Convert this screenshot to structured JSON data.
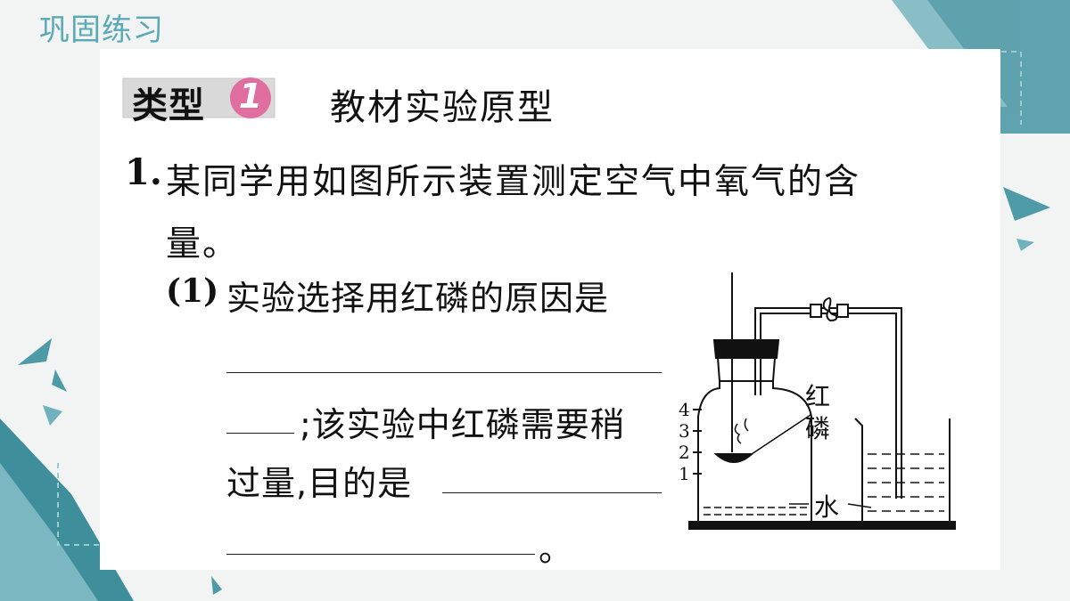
{
  "header": {
    "title": "巩固练习"
  },
  "type_badge": {
    "label": "类型",
    "number": "1",
    "title": "教材实验原型"
  },
  "question": {
    "number": "1.",
    "line1": "某同学用如图所示装置测定空气中氧气的含",
    "line2": "量。",
    "sub_number": "(1)",
    "sub_line1": "实验选择用红磷的原因是",
    "part2": ";该实验中红磷需要稍",
    "part3": "过量,目的是",
    "end_mark": "。"
  },
  "diagram": {
    "scale_marks": [
      "4",
      "3",
      "2",
      "1"
    ],
    "label_phosphorus_1": "红",
    "label_phosphorus_2": "磷",
    "label_water": "水"
  },
  "colors": {
    "accent": "#5aaab6",
    "badge_pink": "#e06f9f",
    "badge_bg": "#d9d9d9"
  }
}
